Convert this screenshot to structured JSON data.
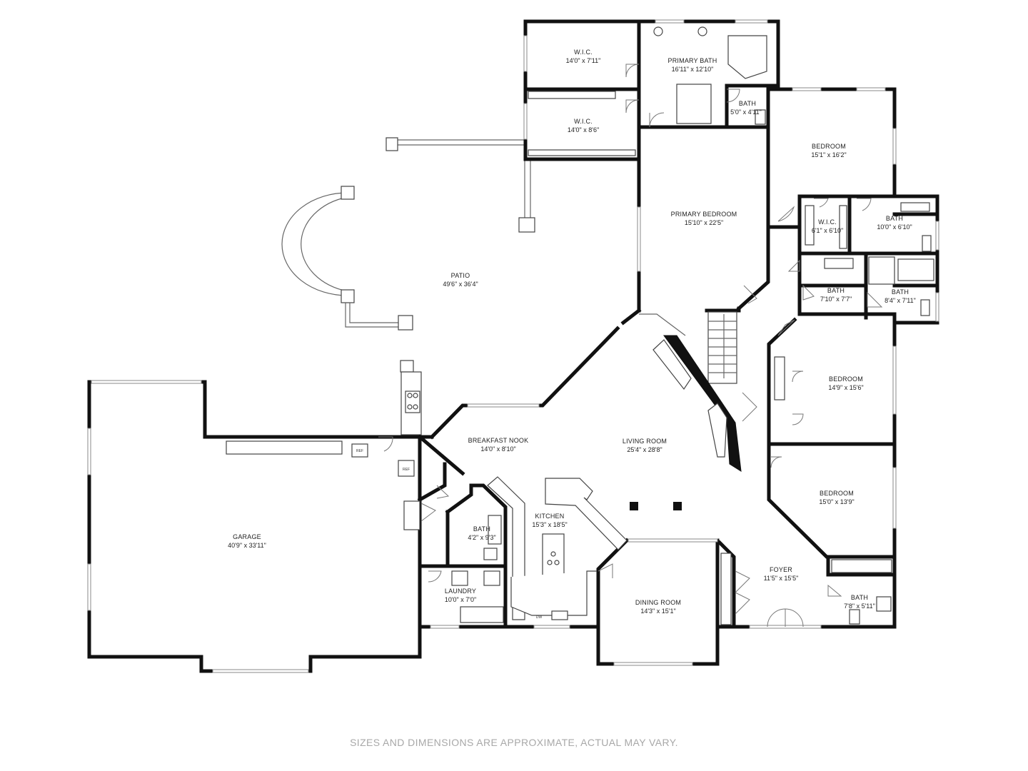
{
  "rooms": {
    "wic1": {
      "name": "W.I.C.",
      "dims": "14'0\" x 7'11\""
    },
    "wic2": {
      "name": "W.I.C.",
      "dims": "14'0\" x 8'6\""
    },
    "primary_bath": {
      "name": "PRIMARY BATH",
      "dims": "16'11\" x 12'10\""
    },
    "bath_small_top": {
      "name": "BATH",
      "dims": "5'0\" x 4'11\""
    },
    "bedroom_ne": {
      "name": "BEDROOM",
      "dims": "15'1\" x 16'2\""
    },
    "primary_bedroom": {
      "name": "PRIMARY BEDROOM",
      "dims": "15'10\" x 22'5\""
    },
    "wic3": {
      "name": "W.I.C.",
      "dims": "6'1\" x 6'10\""
    },
    "bath_ne": {
      "name": "BATH",
      "dims": "10'0\" x 6'10\""
    },
    "bath_mid": {
      "name": "BATH",
      "dims": "7'10\" x 7'7\""
    },
    "bath_mid2": {
      "name": "BATH",
      "dims": "8'4\" x 7'11\""
    },
    "patio": {
      "name": "PATIO",
      "dims": "49'6\" x 36'4\""
    },
    "bedroom_e": {
      "name": "BEDROOM",
      "dims": "14'9\" x 15'6\""
    },
    "breakfast_nook": {
      "name": "BREAKFAST NOOK",
      "dims": "14'0\" x 8'10\""
    },
    "living_room": {
      "name": "LIVING ROOM",
      "dims": "25'4\" x 28'8\""
    },
    "bedroom_se": {
      "name": "BEDROOM",
      "dims": "15'0\" x 13'9\""
    },
    "garage": {
      "name": "GARAGE",
      "dims": "40'9\" x 33'11\""
    },
    "kitchen": {
      "name": "KITCHEN",
      "dims": "15'3\" x 18'5\""
    },
    "bath_kitchen": {
      "name": "BATH",
      "dims": "4'2\" x 9'3\""
    },
    "foyer": {
      "name": "FOYER",
      "dims": "11'5\" x 15'5\""
    },
    "laundry": {
      "name": "LAUNDRY",
      "dims": "10'0\" x 7'0\""
    },
    "dining_room": {
      "name": "DINING ROOM",
      "dims": "14'3\" x 15'1\""
    },
    "bath_se": {
      "name": "BATH",
      "dims": "7'8\" x 5'11\""
    }
  },
  "appliances": {
    "ref1": "REF",
    "ref2": "REF",
    "dw": "DW"
  },
  "disclaimer": "SIZES AND DIMENSIONS ARE APPROXIMATE, ACTUAL MAY VARY."
}
